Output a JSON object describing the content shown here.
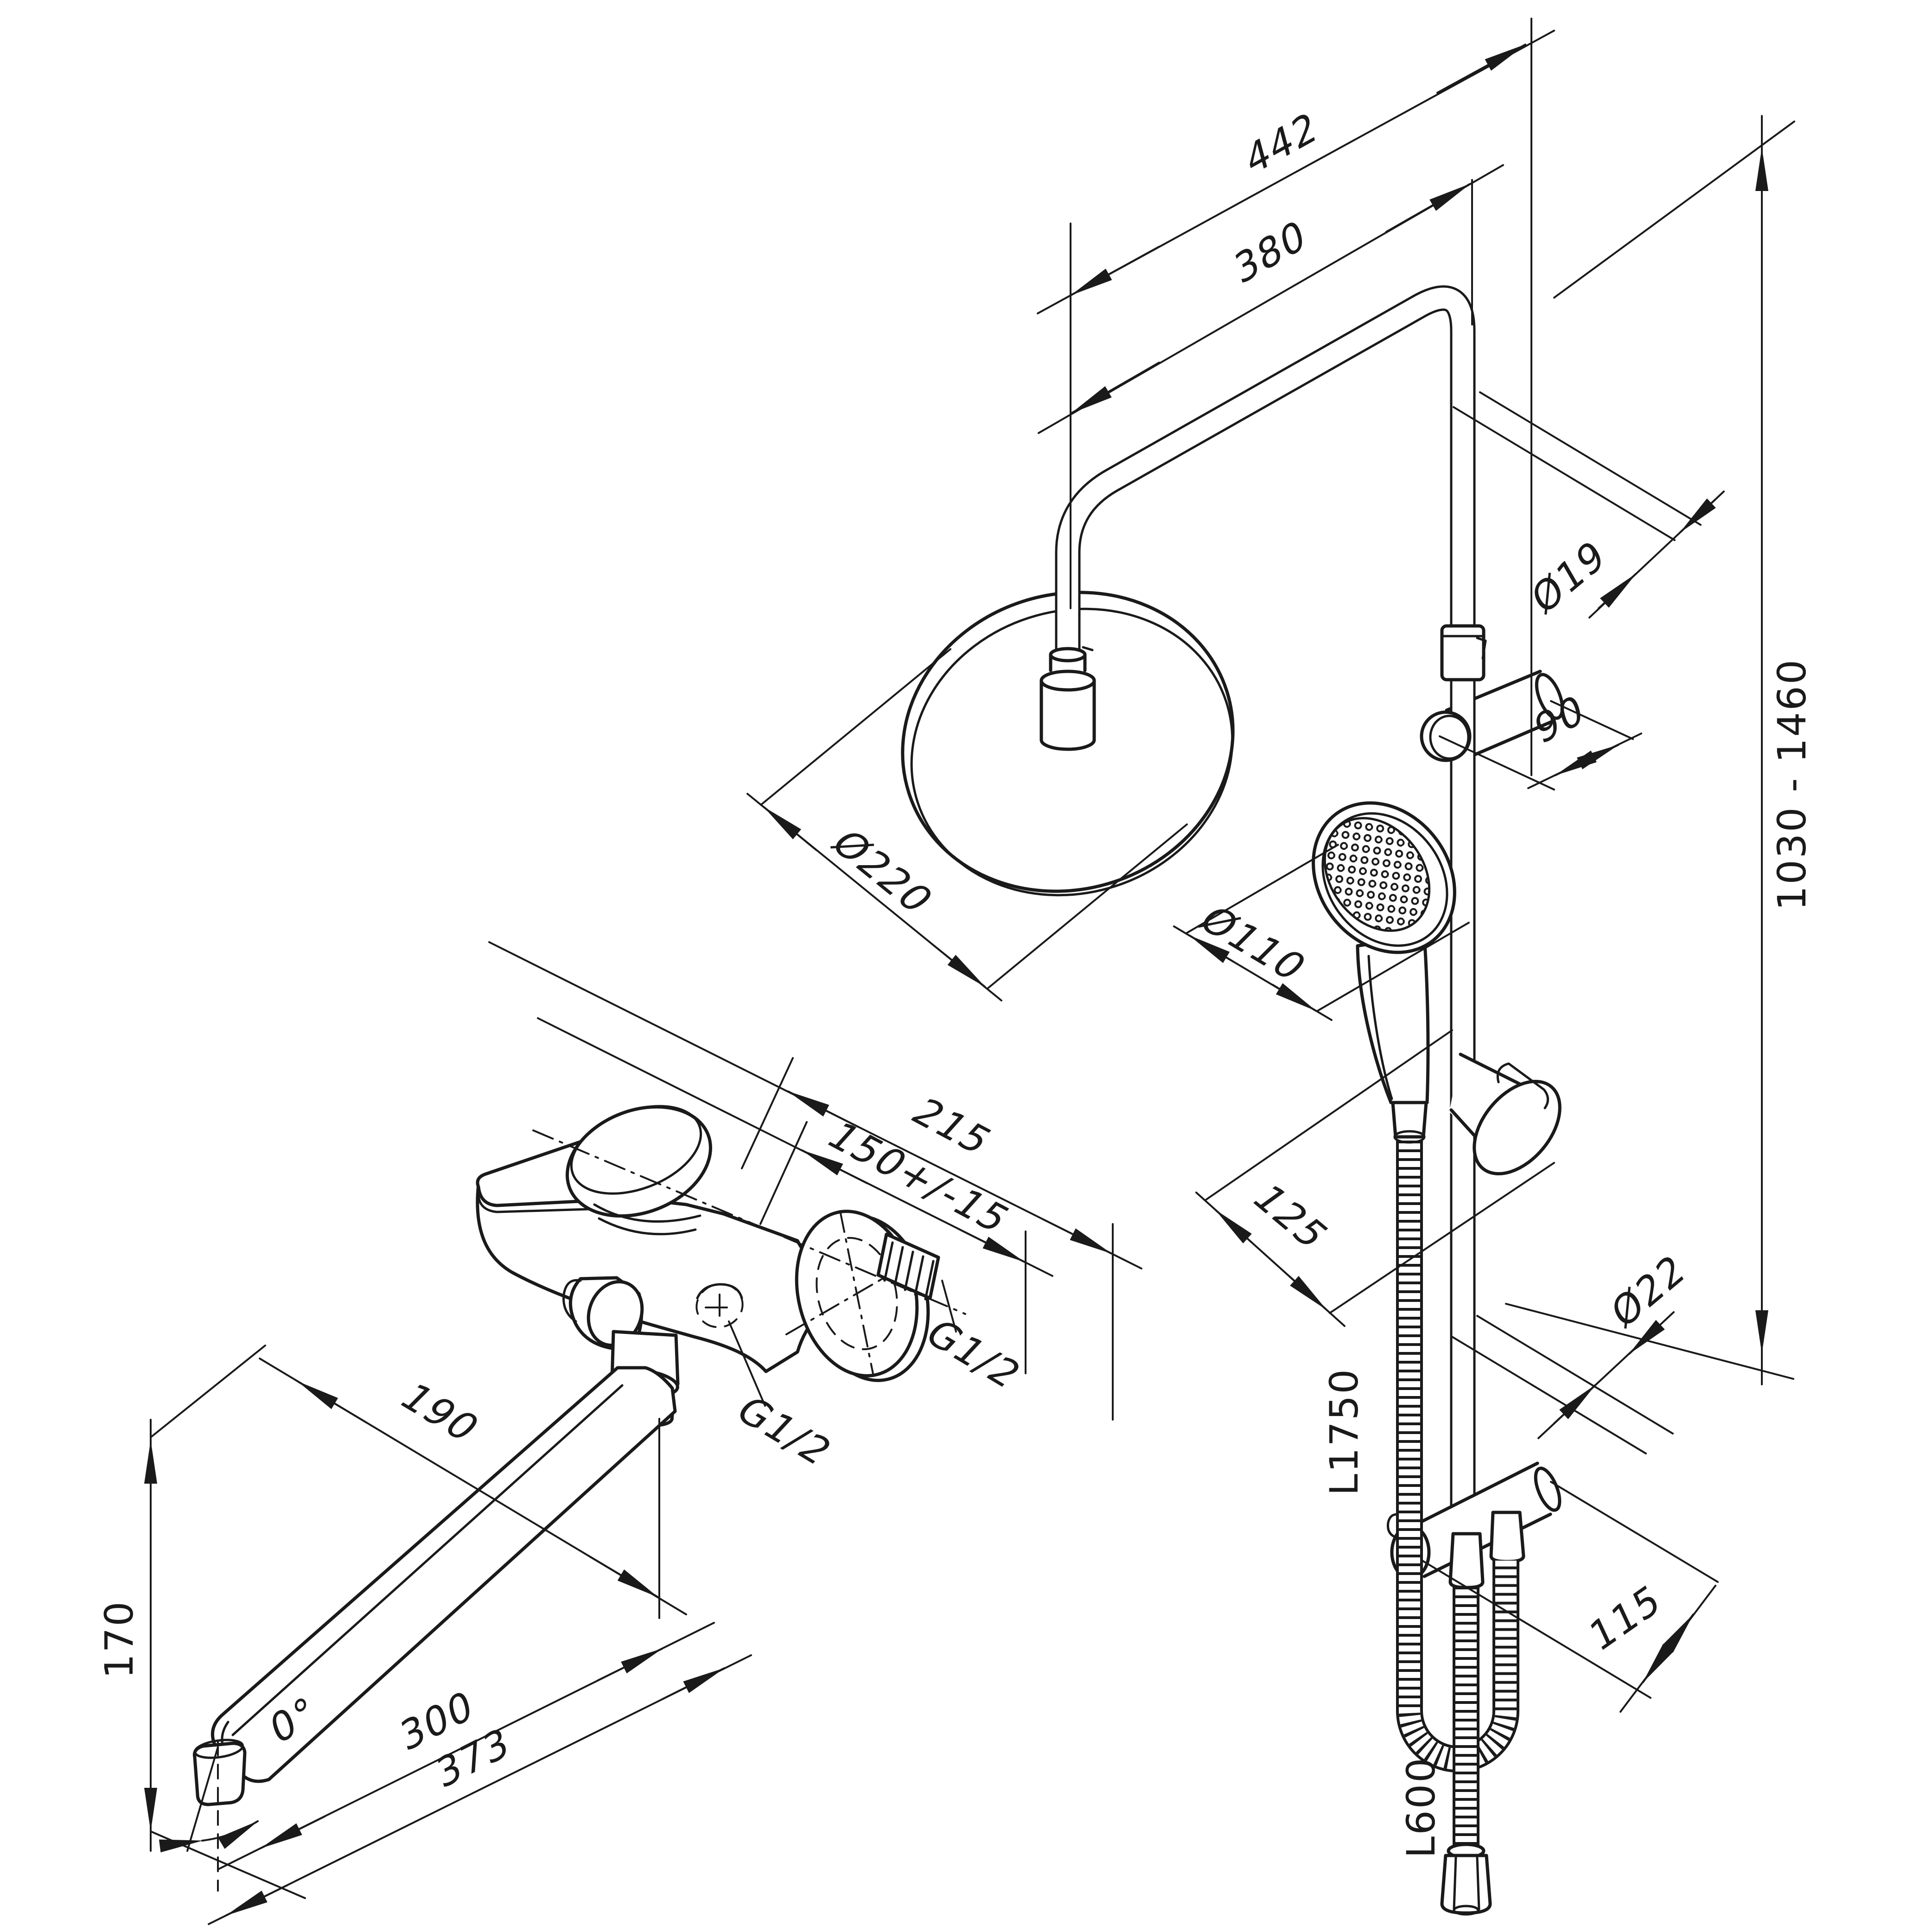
{
  "page": {
    "background": "#ffffff",
    "line_color": "#1a1a1a"
  },
  "drawing": {
    "shower_column": {
      "overall_width": "442",
      "head_offset": "380",
      "pipe_diameter": "Ø19",
      "height_range": "1030 - 1460",
      "rain_head_diameter": "Ø220",
      "wall_bracket_length": "90",
      "hand_shower_diameter": "Ø110",
      "holder_offset": "125",
      "rail_diameter": "Ø22",
      "shower_hose_length": "L1750",
      "lower_bracket_length": "115",
      "inlet_hose_length": "L600"
    },
    "mixer": {
      "total_depth": "215",
      "wall_distance": "150+/-15",
      "outlet_thread": "G1/2",
      "shower_outlet_thread": "G1/2",
      "spout_reach": "190",
      "spout_length_inner": "300",
      "spout_length_total": "373",
      "spout_height": "170",
      "swivel_angle": "0°"
    }
  }
}
